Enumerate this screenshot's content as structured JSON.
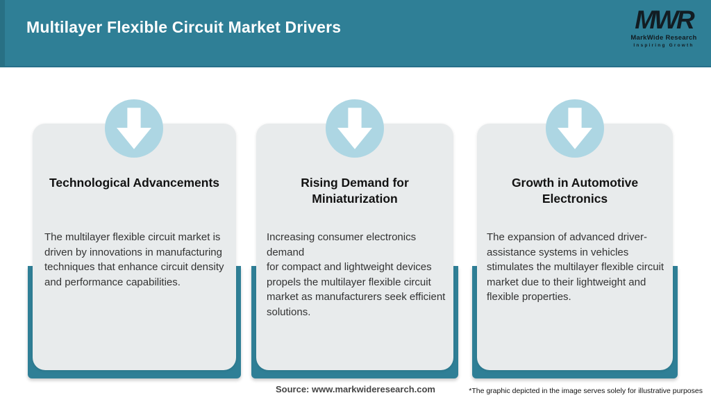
{
  "header": {
    "title": "Multilayer Flexible Circuit Market Drivers",
    "logo": {
      "monogram": "MWR",
      "company": "MarkWide Research",
      "tagline": "Inspiring Growth"
    }
  },
  "cards": [
    {
      "icon": "down-arrow-icon",
      "title": "Technological Advancements",
      "description": "The multilayer flexible circuit market is\ndriven by innovations in manufacturing\ntechniques that enhance circuit density\nand performance capabilities."
    },
    {
      "icon": "down-arrow-icon",
      "title": "Rising Demand for\nMiniaturization",
      "description": "Increasing consumer electronics demand\nfor compact and lightweight devices\npropels the multilayer flexible circuit\nmarket as manufacturers seek efficient\nsolutions."
    },
    {
      "icon": "down-arrow-icon",
      "title": "Growth in Automotive\nElectronics",
      "description": "The expansion of advanced driver-\nassistance systems in vehicles\nstimulates the multilayer flexible circuit\nmarket due to their lightweight and\nflexible properties."
    }
  ],
  "footer": {
    "source": "Source: www.markwideresearch.com",
    "disclaimer": "*The graphic depicted in the image serves solely for illustrative purposes"
  },
  "colors": {
    "header_teal": "#2f7f96",
    "header_accent": "#287084",
    "tray_teal": "#2f7f96",
    "circle_blue": "#add6e3",
    "card_gray": "#e8ebec",
    "header_text": "#ffffff",
    "title_text": "#121212",
    "body_text": "#333333"
  }
}
